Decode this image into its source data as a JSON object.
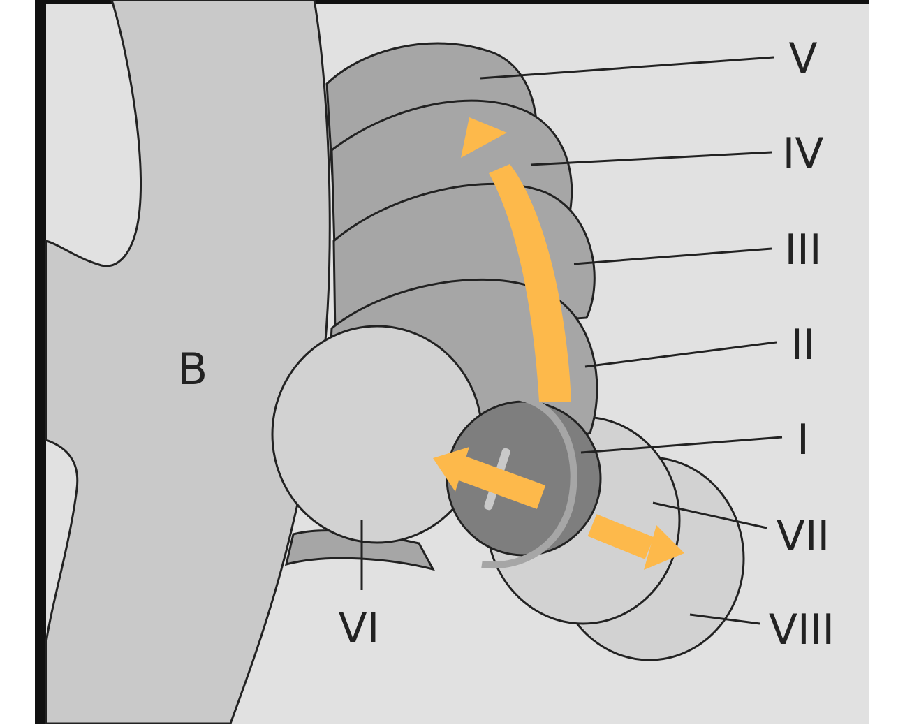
{
  "diagram": {
    "center_label": "B",
    "labels": {
      "i": "I",
      "ii": "II",
      "iii": "III",
      "iv": "IV",
      "v": "V",
      "vi": "VI",
      "vii": "VII",
      "viii": "VIII"
    }
  },
  "colors": {
    "background": "#e1e1e1",
    "bone": "#c9c9c9",
    "stack_dark": "#a6a6a6",
    "stack_light": "#d2d2d2",
    "center_disc": "#7e7e7e",
    "arrow": "#fdb94b",
    "outline": "#222222"
  }
}
